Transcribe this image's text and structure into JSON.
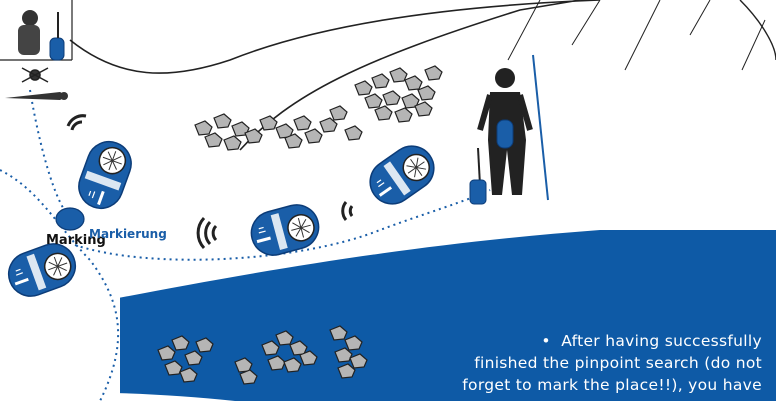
{
  "labels": {
    "marking": "Marking",
    "markierung": "Markierung"
  },
  "caption": {
    "bullet": "•",
    "line1": "After having successfully",
    "line2": "finished the pinpoint search (do not",
    "line3": "forget to mark the place!!), you have"
  },
  "colors": {
    "device_blue": "#1a5ea8",
    "panel_blue": "#0e5aa6",
    "rock_grey": "#b5b5b5",
    "outline": "#222222",
    "path_dots": "#1a5ea8"
  },
  "icons": [
    "rescuer-figure-icon",
    "avalanche-transceiver-icon",
    "signal-waves-icon",
    "marker-disk-icon",
    "buried-person-icon",
    "shovel-icon",
    "probe-icon"
  ]
}
